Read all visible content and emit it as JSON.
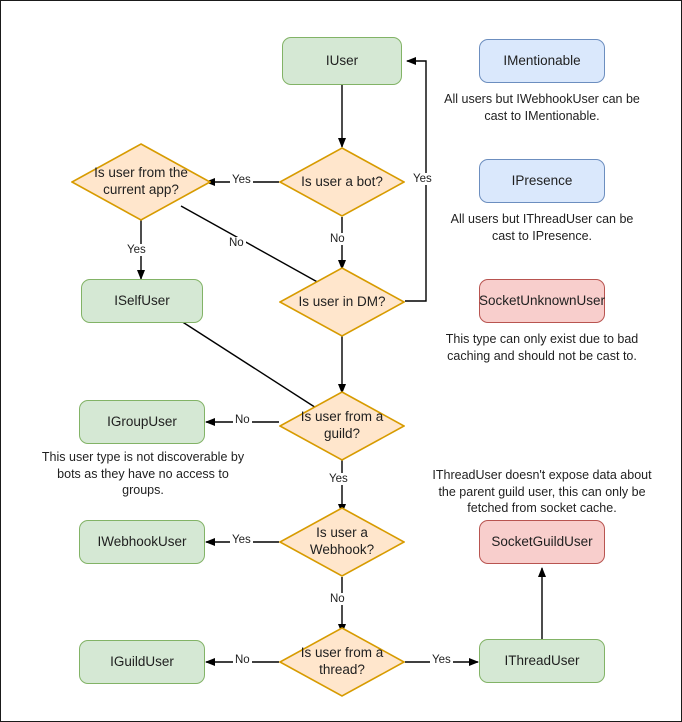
{
  "diagram": {
    "title": "Discord.Net user type casting flowchart",
    "colors": {
      "green_fill": "#d5e8d4",
      "green_stroke": "#82b366",
      "blue_fill": "#dae8fc",
      "blue_stroke": "#6c8ebf",
      "red_fill": "#f8cecc",
      "red_stroke": "#b85450",
      "orange_fill": "#ffe6cc",
      "orange_stroke": "#d79b00",
      "edge": "#000000",
      "text": "#1f1f1f"
    },
    "nodes": [
      {
        "id": "iuser",
        "label": "IUser",
        "shape": "rect",
        "style": "green"
      },
      {
        "id": "is_bot",
        "label": "Is user a bot?",
        "shape": "diamond",
        "style": "orange"
      },
      {
        "id": "is_cur_app",
        "label": "Is user from the current app?",
        "shape": "diamond",
        "style": "orange"
      },
      {
        "id": "iselfuser",
        "label": "ISelfUser",
        "shape": "rect",
        "style": "green"
      },
      {
        "id": "is_dm",
        "label": "Is user in DM?",
        "shape": "diamond",
        "style": "orange"
      },
      {
        "id": "is_guild",
        "label": "Is user from a guild?",
        "shape": "diamond",
        "style": "orange"
      },
      {
        "id": "igroupuser",
        "label": "IGroupUser",
        "shape": "rect",
        "style": "green"
      },
      {
        "id": "is_webhook",
        "label": "Is user a Webhook?",
        "shape": "diamond",
        "style": "orange"
      },
      {
        "id": "iwebhookuser",
        "label": "IWebhookUser",
        "shape": "rect",
        "style": "green"
      },
      {
        "id": "is_thread",
        "label": "Is user from a thread?",
        "shape": "diamond",
        "style": "orange"
      },
      {
        "id": "iguilduser",
        "label": "IGuildUser",
        "shape": "rect",
        "style": "green"
      },
      {
        "id": "ithreaduser",
        "label": "IThreadUser",
        "shape": "rect",
        "style": "green"
      },
      {
        "id": "imentionable",
        "label": "IMentionable",
        "shape": "rect",
        "style": "blue"
      },
      {
        "id": "ipresence",
        "label": "IPresence",
        "shape": "rect",
        "style": "blue"
      },
      {
        "id": "socketunknownuser",
        "label": "SocketUnknownUser",
        "shape": "rect",
        "style": "red"
      },
      {
        "id": "socketguilduser",
        "label": "SocketGuildUser",
        "shape": "rect",
        "style": "red"
      }
    ],
    "edge_labels": {
      "bot_yes_to_curapp": "Yes",
      "dm_yes_to_iuser": "Yes",
      "curapp_yes": "Yes",
      "curapp_no": "No",
      "bot_no": "No",
      "guild_no": "No",
      "guild_yes": "Yes",
      "webhook_yes": "Yes",
      "webhook_no": "No",
      "thread_no": "No",
      "thread_yes": "Yes"
    },
    "notes": [
      {
        "id": "note-mentionable",
        "text": "All users but IWebhookUser can be cast to IMentionable."
      },
      {
        "id": "note-presence",
        "text": "All users but IThreadUser can be cast to IPresence."
      },
      {
        "id": "note-unknown",
        "text": "This type can only exist due to bad caching and should not be cast to."
      },
      {
        "id": "note-group",
        "text": "This user type is not discoverable by bots as they have no access to groups."
      },
      {
        "id": "note-thread",
        "text": "IThreadUser doesn't expose data about the parent guild user, this can only be fetched from socket cache."
      }
    ]
  }
}
